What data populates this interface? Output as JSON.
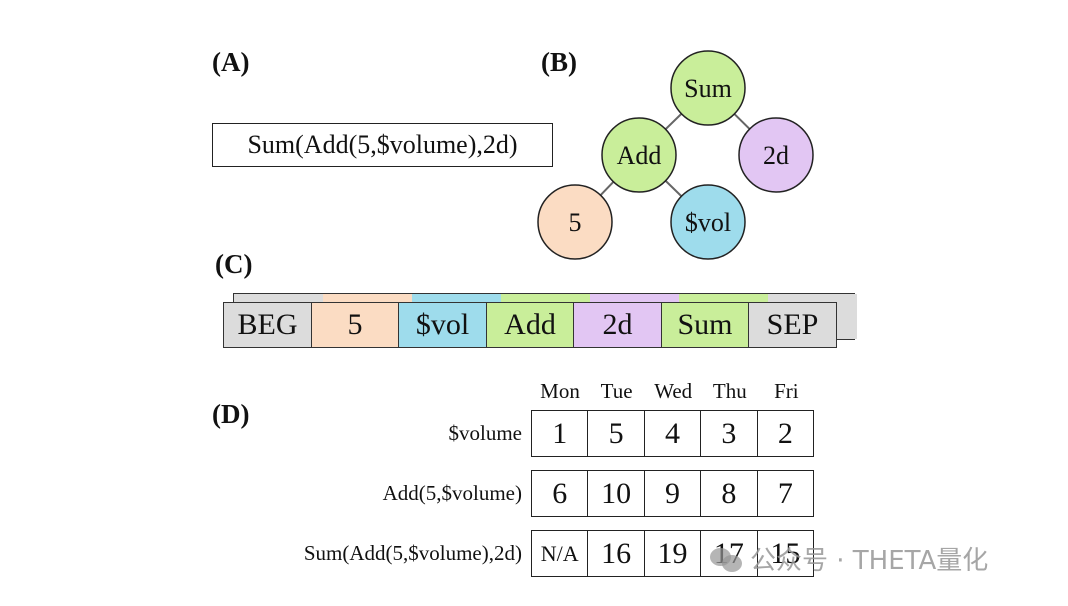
{
  "panels": {
    "a": "(A)",
    "b": "(B)",
    "c": "(C)",
    "d": "(D)"
  },
  "formula": "Sum(Add(5,$volume),2d)",
  "tree": {
    "nodes": [
      {
        "id": "sum",
        "label": "Sum",
        "color": "#c9ee9a"
      },
      {
        "id": "add",
        "label": "Add",
        "color": "#c9ee9a"
      },
      {
        "id": "twod",
        "label": "2d",
        "color": "#e2c6f3"
      },
      {
        "id": "five",
        "label": "5",
        "color": "#fbdcc3"
      },
      {
        "id": "vol",
        "label": "$vol",
        "color": "#9edcec"
      }
    ],
    "edges": [
      [
        "sum",
        "add"
      ],
      [
        "sum",
        "twod"
      ],
      [
        "add",
        "five"
      ],
      [
        "add",
        "vol"
      ]
    ]
  },
  "sequence": [
    {
      "label": "BEG",
      "color": "#dcdcdc"
    },
    {
      "label": "5",
      "color": "#fbdcc3"
    },
    {
      "label": "$vol",
      "color": "#9edcec"
    },
    {
      "label": "Add",
      "color": "#c9ee9a"
    },
    {
      "label": "2d",
      "color": "#e2c6f3"
    },
    {
      "label": "Sum",
      "color": "#c9ee9a"
    },
    {
      "label": "SEP",
      "color": "#dcdcdc"
    }
  ],
  "table": {
    "days": [
      "Mon",
      "Tue",
      "Wed",
      "Thu",
      "Fri"
    ],
    "rows": [
      {
        "label": "$volume",
        "values": [
          "1",
          "5",
          "4",
          "3",
          "2"
        ]
      },
      {
        "label": "Add(5,$volume)",
        "values": [
          "6",
          "10",
          "9",
          "8",
          "7"
        ]
      },
      {
        "label": "Sum(Add(5,$volume),2d)",
        "values": [
          "N/A",
          "16",
          "19",
          "17",
          "15"
        ]
      }
    ]
  },
  "watermark": "公众号 · THETA量化"
}
